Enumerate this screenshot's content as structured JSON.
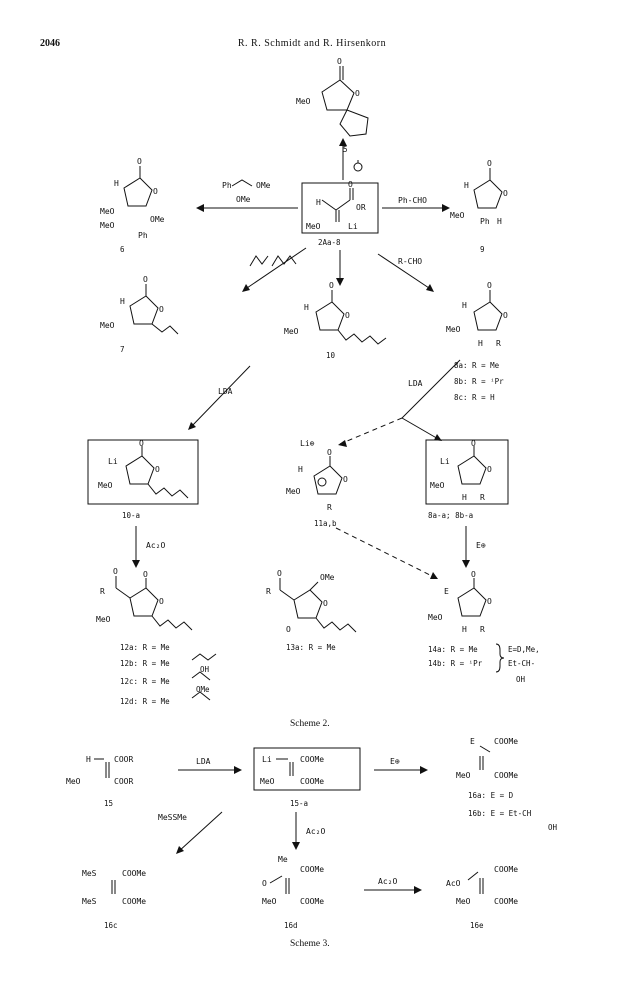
{
  "header": {
    "page_number": "2046",
    "title": "R. R. Schmidt and R. Hirsenkorn"
  },
  "scheme2": {
    "caption": "Scheme 2.",
    "compounds": {
      "c5": "5",
      "c2": "2Aa-8",
      "c6": "6",
      "c9": "9",
      "c7": "7",
      "c10": "10",
      "c8": "8",
      "c10li": "10-a",
      "c11": "11a,b",
      "c8li": "8a-a; 8b-a",
      "c12": "12",
      "c13": "13a: R = Me",
      "c14": "14"
    },
    "arrows": {
      "ph_cho": "Ph-CHO",
      "r_cho": "R-CHO",
      "lda1": "LDA",
      "lda2": "LDA",
      "ac2o": "Ac₂O",
      "e_plus": "E⊕"
    },
    "list8": [
      "8a: R = Me",
      "8b: R = ⁱPr",
      "8c: R = H"
    ],
    "list12": [
      "12a: R = Me",
      "12b: R = Me",
      "12c: R = Me",
      "12d: R = Me"
    ],
    "list14": [
      "14a: R = Me",
      "14b: R = ⁱPr"
    ],
    "list14_e": [
      "E=D,Me,",
      "Et-CH-",
      "OH"
    ]
  },
  "scheme3": {
    "caption": "Scheme 3.",
    "compounds": {
      "c15": "15",
      "c15li": "15-a",
      "c16c": "16c",
      "c16d": "16d",
      "c16e": "16e"
    },
    "arrows": {
      "lda": "LDA",
      "e_plus": "E⊕",
      "messme": "MeSSMe",
      "ac2o_down": "Ac₂O",
      "ac2o_right": "Ac₂O"
    },
    "list16": [
      "16a: E = D",
      "16b: E = Et-CH",
      "OH"
    ]
  }
}
